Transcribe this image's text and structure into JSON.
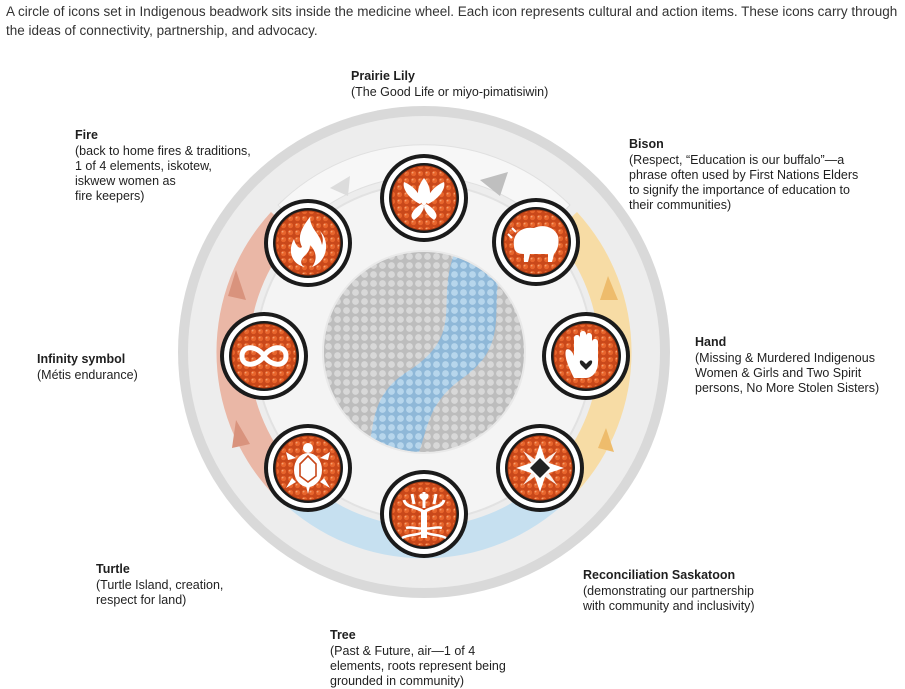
{
  "intro": "A circle of icons set in Indigenous beadwork sits inside the medicine wheel. Each icon represents cultural and action items. These icons carry through the ideas of connectivity, partnership, and advocacy.",
  "colors": {
    "bead_orange": "#d9541f",
    "ring_outer": "#d6d6d6",
    "ring_white": "#f4f4f4",
    "quad_red": "#eab7a6",
    "quad_yellow": "#f7dca5",
    "quad_blue": "#c6e0f0",
    "center_gray": "#cbcbcb",
    "center_blue": "#a9cce6"
  },
  "labels": {
    "lily": {
      "title": "Prairie Lily",
      "desc": "(The Good Life or miyo-pimatisiwin)"
    },
    "bison": {
      "title": "Bison",
      "desc": "(Respect, “Education is our buffalo”—a\nphrase often used by First Nations Elders\nto signify the importance of education to\ntheir communities)"
    },
    "hand": {
      "title": "Hand",
      "desc": "(Missing & Murdered Indigenous\nWomen & Girls and Two Spirit\npersons, No More Stolen Sisters)"
    },
    "star": {
      "title": "Reconciliation Saskatoon",
      "desc": "(demonstrating our partnership\nwith community and inclusivity)"
    },
    "tree": {
      "title": "Tree",
      "desc": "(Past & Future, air—1 of 4\nelements, roots represent being\ngrounded in community)"
    },
    "turtle": {
      "title": "Turtle",
      "desc": "(Turtle Island, creation,\nrespect for land)"
    },
    "infinity": {
      "title": "Infinity symbol",
      "desc": "(Métis endurance)"
    },
    "fire": {
      "title": "Fire",
      "desc": "(back to home fires & traditions,\n1 of 4 elements, iskotew,\niskwew women as\nfire keepers)"
    }
  },
  "icons": [
    "lily-icon",
    "bison-icon",
    "hand-icon",
    "star-icon",
    "tree-icon",
    "turtle-icon",
    "infinity-icon",
    "fire-icon"
  ]
}
